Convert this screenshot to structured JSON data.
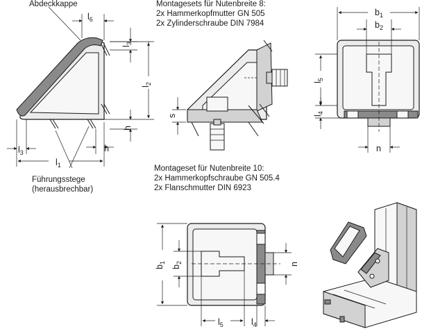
{
  "labels": {
    "cover_cap": "Abdeckkappe",
    "guide_webs_line1": "Führungsstege",
    "guide_webs_line2": "(herausbrechbar)",
    "kit8_title": "Montagesets für Nutenbreite 8:",
    "kit8_item1": "2x Hammerkopfmutter GN 505",
    "kit8_item2": "2x Zylinderschraube DIN 7984",
    "kit10_title": "Montageset für Nutenbreite 10:",
    "kit10_item1": "2x Hammerkopfschraube GN 505.4",
    "kit10_item2": "2x Flanschmutter DIN 6923"
  },
  "dimensions": {
    "l1": "l1",
    "l2": "l2",
    "l3": "l3",
    "l4": "l4",
    "l5": "l5",
    "l6": "l6",
    "h": "h",
    "s": "s",
    "n": "n",
    "b1": "b1",
    "b2": "b2"
  }
}
